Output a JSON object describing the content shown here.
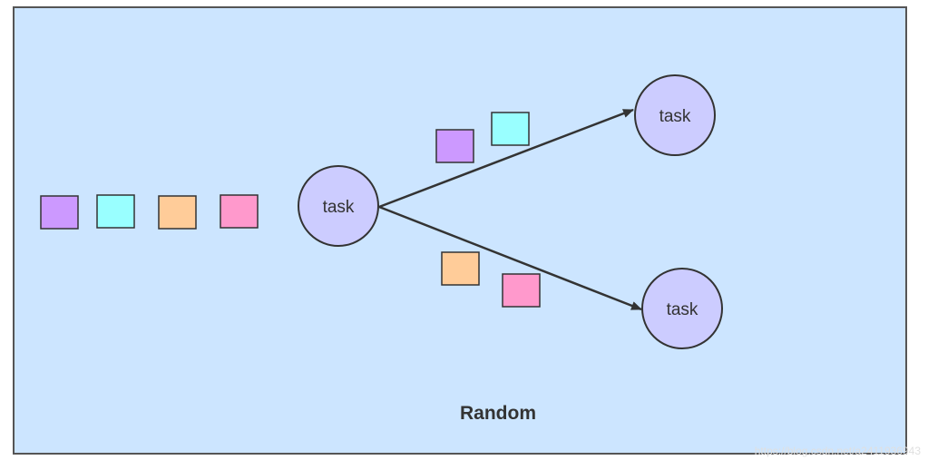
{
  "diagram": {
    "background_color": "#cce5ff",
    "frame_color": "#555555",
    "node_fill": "#ccccff",
    "node_stroke": "#333333",
    "arrow_color": "#333333",
    "caption": "Random",
    "source_node": {
      "label": "task"
    },
    "target_nodes": [
      {
        "label": "task"
      },
      {
        "label": "task"
      }
    ],
    "queue_items": [
      {
        "color": "#cc99ff"
      },
      {
        "color": "#99ffff"
      },
      {
        "color": "#ffcc99"
      },
      {
        "color": "#ff99cc"
      }
    ],
    "upper_branch_items": [
      {
        "color": "#cc99ff"
      },
      {
        "color": "#99ffff"
      }
    ],
    "lower_branch_items": [
      {
        "color": "#ffcc99"
      },
      {
        "color": "#ff99cc"
      }
    ]
  },
  "watermark": "https://blog.csdn.net/a2411936943"
}
